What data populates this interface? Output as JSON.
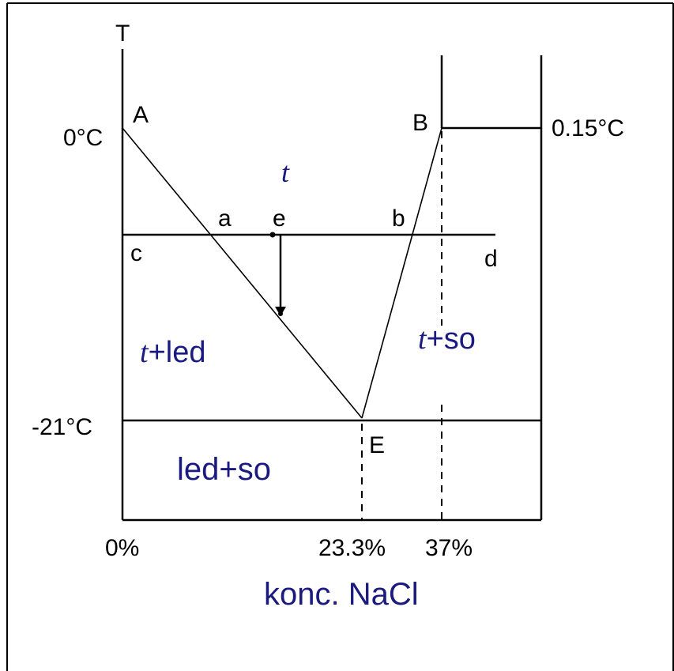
{
  "colors": {
    "line": "#000000",
    "region_text": "#1a1a80",
    "background": "#ffffff"
  },
  "axis": {
    "y_label": "T",
    "x_label": "konc. NaCl",
    "ticks_y": [
      "0°C",
      "-21°C",
      "0.15°C"
    ],
    "ticks_x": [
      "0%",
      "23.3%",
      "37%"
    ]
  },
  "points": {
    "A": "A",
    "B": "B",
    "E": "E",
    "a": "a",
    "b": "b",
    "c": "c",
    "d": "d",
    "e": "e"
  },
  "regions": {
    "liquid": {
      "italic": "t",
      "rest": ""
    },
    "liquid_ice": {
      "italic": "t",
      "rest": "+led"
    },
    "liquid_salt": {
      "italic": "t",
      "rest": "+so"
    },
    "ice_salt": {
      "text": "led+so"
    }
  }
}
